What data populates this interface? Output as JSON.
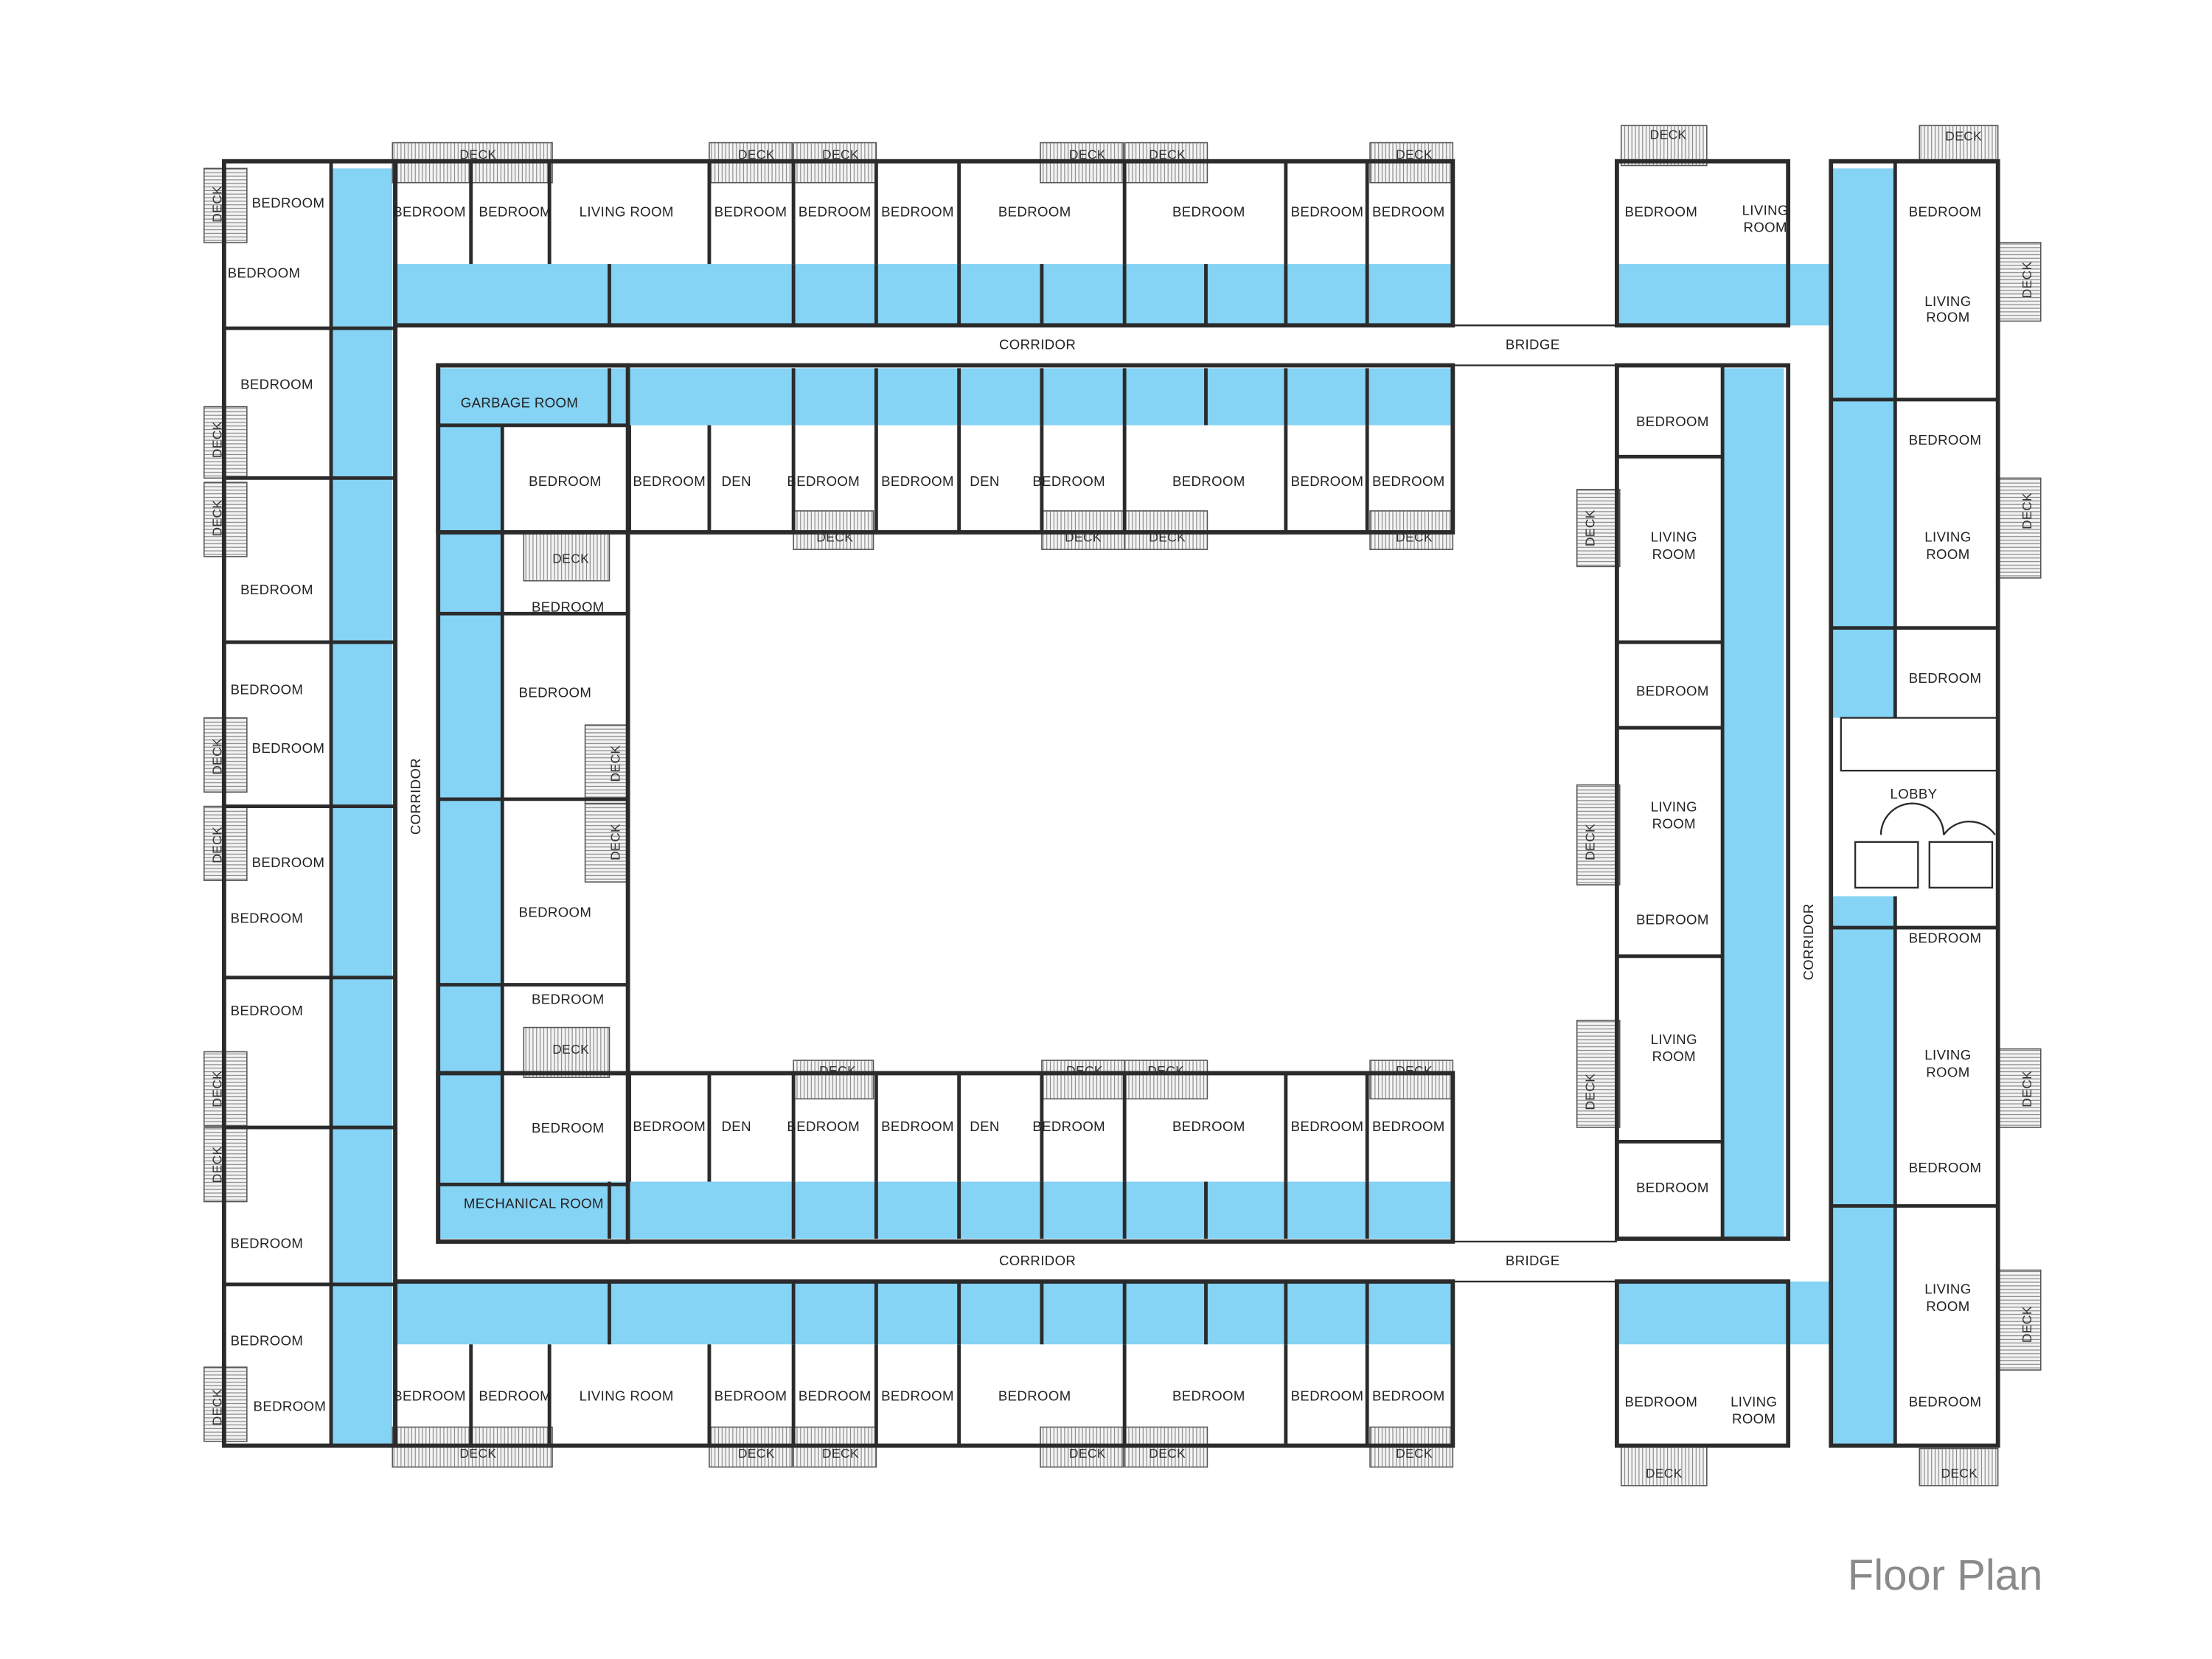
{
  "title": "Floor Plan",
  "colors": {
    "circulation_fill": "#85d3f5",
    "wall": "#2b2b2b",
    "title": "#8a8a8a"
  },
  "top_outer_wing": [
    "BEDROOM",
    "BEDROOM",
    "LIVING  ROOM",
    "BEDROOM",
    "BEDROOM",
    "BEDROOM",
    "BEDROOM",
    "BEDROOM",
    "BEDROOM",
    "BEDROOM",
    "DECK",
    "DECK",
    "DECK",
    "DECK",
    "DECK",
    "DECK"
  ],
  "left_wing": [
    "BEDROOM",
    "BEDROOM",
    "BEDROOM",
    "BEDROOM",
    "BEDROOM",
    "BEDROOM",
    "BEDROOM",
    "BEDROOM",
    "BEDROOM",
    "BEDROOM",
    "BEDROOM",
    "BEDROOM",
    "DECK",
    "DECK",
    "DECK",
    "DECK",
    "DECK",
    "DECK",
    "DECK",
    "DECK",
    "CORRIDOR"
  ],
  "inner_top_wing": [
    "GARBAGE  ROOM",
    "BEDROOM",
    "BEDROOM",
    "DEN",
    "BEDROOM",
    "BEDROOM",
    "DEN",
    "BEDROOM",
    "BEDROOM",
    "BEDROOM",
    "BEDROOM",
    "DECK",
    "DECK",
    "DECK",
    "DECK"
  ],
  "inner_left_wing": [
    "DECK",
    "BEDROOM",
    "BEDROOM",
    "DECK",
    "DECK",
    "BEDROOM",
    "BEDROOM",
    "DECK",
    "BEDROOM",
    "MECHANICAL  ROOM"
  ],
  "inner_bottom_wing": [
    "BEDROOM",
    "DEN",
    "BEDROOM",
    "BEDROOM",
    "DEN",
    "BEDROOM",
    "BEDROOM",
    "BEDROOM",
    "BEDROOM",
    "DECK",
    "DECK",
    "DECK",
    "DECK"
  ],
  "corridors": [
    "CORRIDOR",
    "CORRIDOR",
    "BRIDGE",
    "BRIDGE"
  ],
  "bottom_outer_wing": [
    "BEDROOM",
    "BEDROOM",
    "LIVING  ROOM",
    "BEDROOM",
    "BEDROOM",
    "BEDROOM",
    "BEDROOM",
    "BEDROOM",
    "BEDROOM",
    "BEDROOM",
    "DECK",
    "DECK",
    "DECK",
    "DECK",
    "DECK",
    "DECK"
  ],
  "right_block_a": [
    "DECK",
    "BEDROOM",
    "LIVING",
    "ROOM",
    "BEDROOM",
    "LIVING",
    "ROOM",
    "DECK",
    "BEDROOM",
    "LIVING",
    "ROOM",
    "DECK",
    "BEDROOM",
    "LIVING",
    "ROOM",
    "DECK",
    "BEDROOM",
    "BEDROOM",
    "LIVING",
    "ROOM",
    "DECK"
  ],
  "right_corridor": [
    "CORRIDOR"
  ],
  "right_block_b": [
    "DECK",
    "BEDROOM",
    "LIVING",
    "ROOM",
    "DECK",
    "BEDROOM",
    "LIVING",
    "ROOM",
    "DECK",
    "BEDROOM",
    "LOBBY",
    "BEDROOM",
    "LIVING",
    "ROOM",
    "DECK",
    "BEDROOM",
    "LIVING",
    "ROOM",
    "DECK",
    "BEDROOM",
    "DECK"
  ]
}
